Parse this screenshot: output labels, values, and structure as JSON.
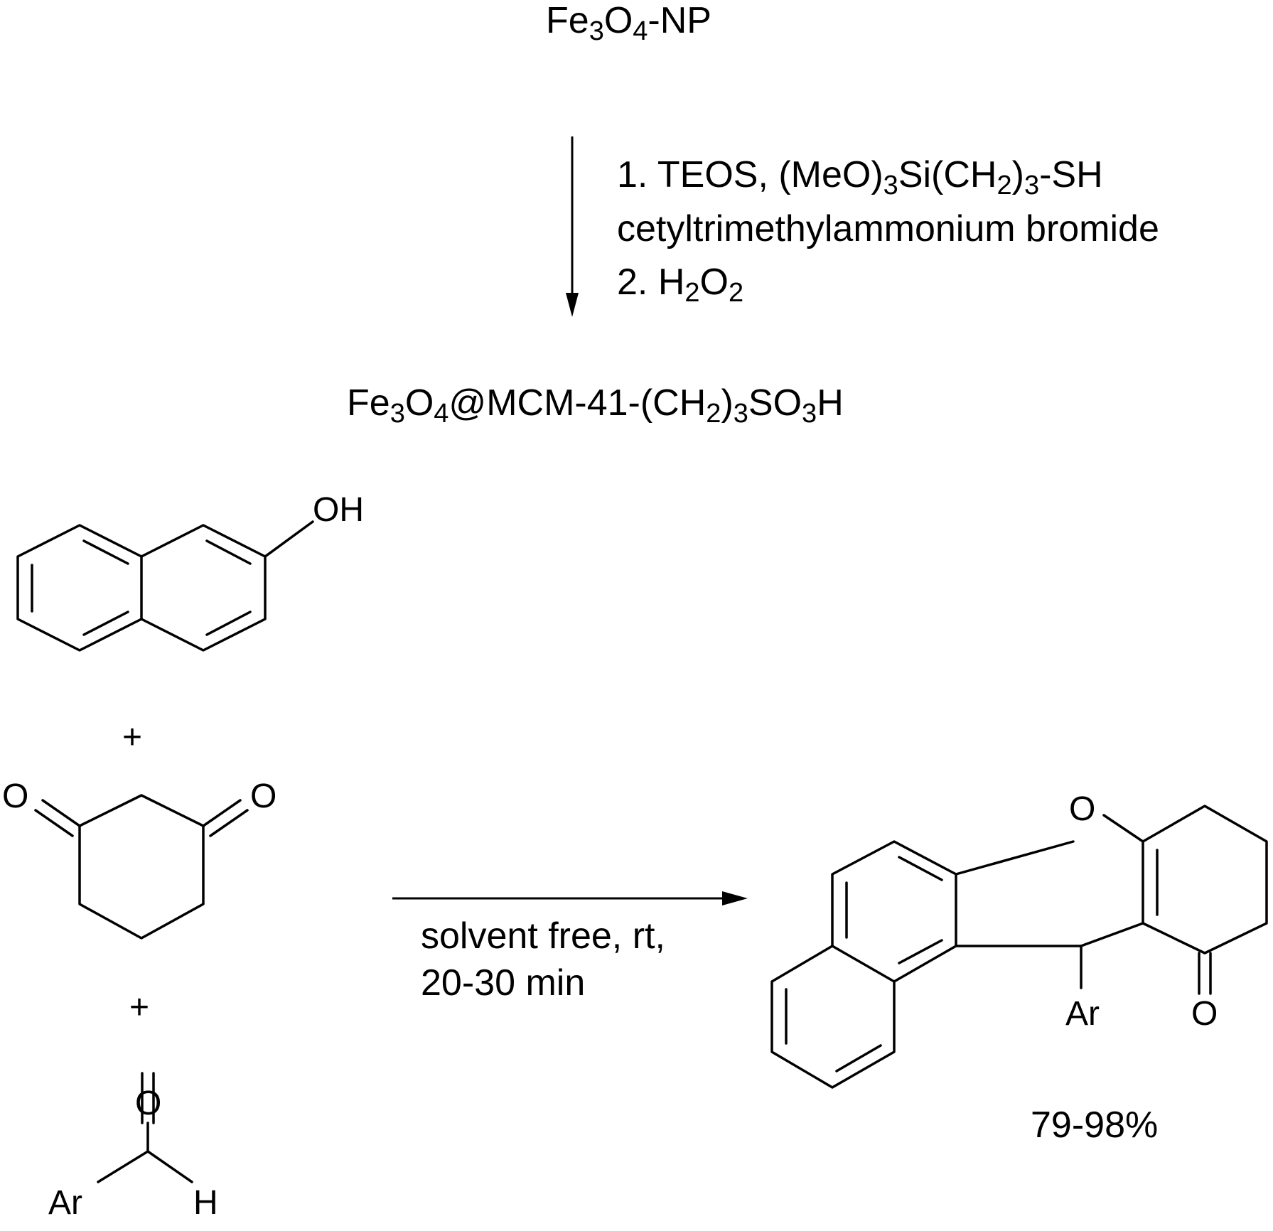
{
  "catalyst_synthesis": {
    "starting_material": {
      "base": "Fe",
      "s1": "3",
      "mid": "O",
      "s2": "4",
      "end": "-NP"
    },
    "conditions": {
      "line1": {
        "a": "1. TEOS, (MeO)",
        "s1": "3",
        "b": "Si(CH",
        "s2": "2",
        "c": ")",
        "s3": "3",
        "d": "-SH"
      },
      "line2": "cetyltrimethylammonium bromide",
      "line3": {
        "a": "2. H",
        "s1": "2",
        "b": "O",
        "s2": "2"
      }
    },
    "product": {
      "a": "Fe",
      "s1": "3",
      "b": "O",
      "s2": "4",
      "c": "@MCM-41-(CH",
      "s3": "2",
      "d": ")",
      "s4": "3",
      "e": "SO",
      "s5": "3",
      "f": "H"
    }
  },
  "reaction": {
    "reactant_naphthol_label": "OH",
    "plus_1": "+",
    "plus_2": "+",
    "dione_labels": {
      "o_left": "O",
      "o_right": "O"
    },
    "aldehyde_labels": {
      "o": "O",
      "ar": "Ar",
      "h": "H"
    },
    "conditions": {
      "line1": "solvent free, rt,",
      "line2": "20-30 min"
    },
    "product_labels": {
      "o_ring": "O",
      "ar": "Ar",
      "o_carbonyl": "O"
    },
    "yield": "79-98%"
  },
  "colors": {
    "ink": "#000000",
    "background": "#ffffff"
  }
}
